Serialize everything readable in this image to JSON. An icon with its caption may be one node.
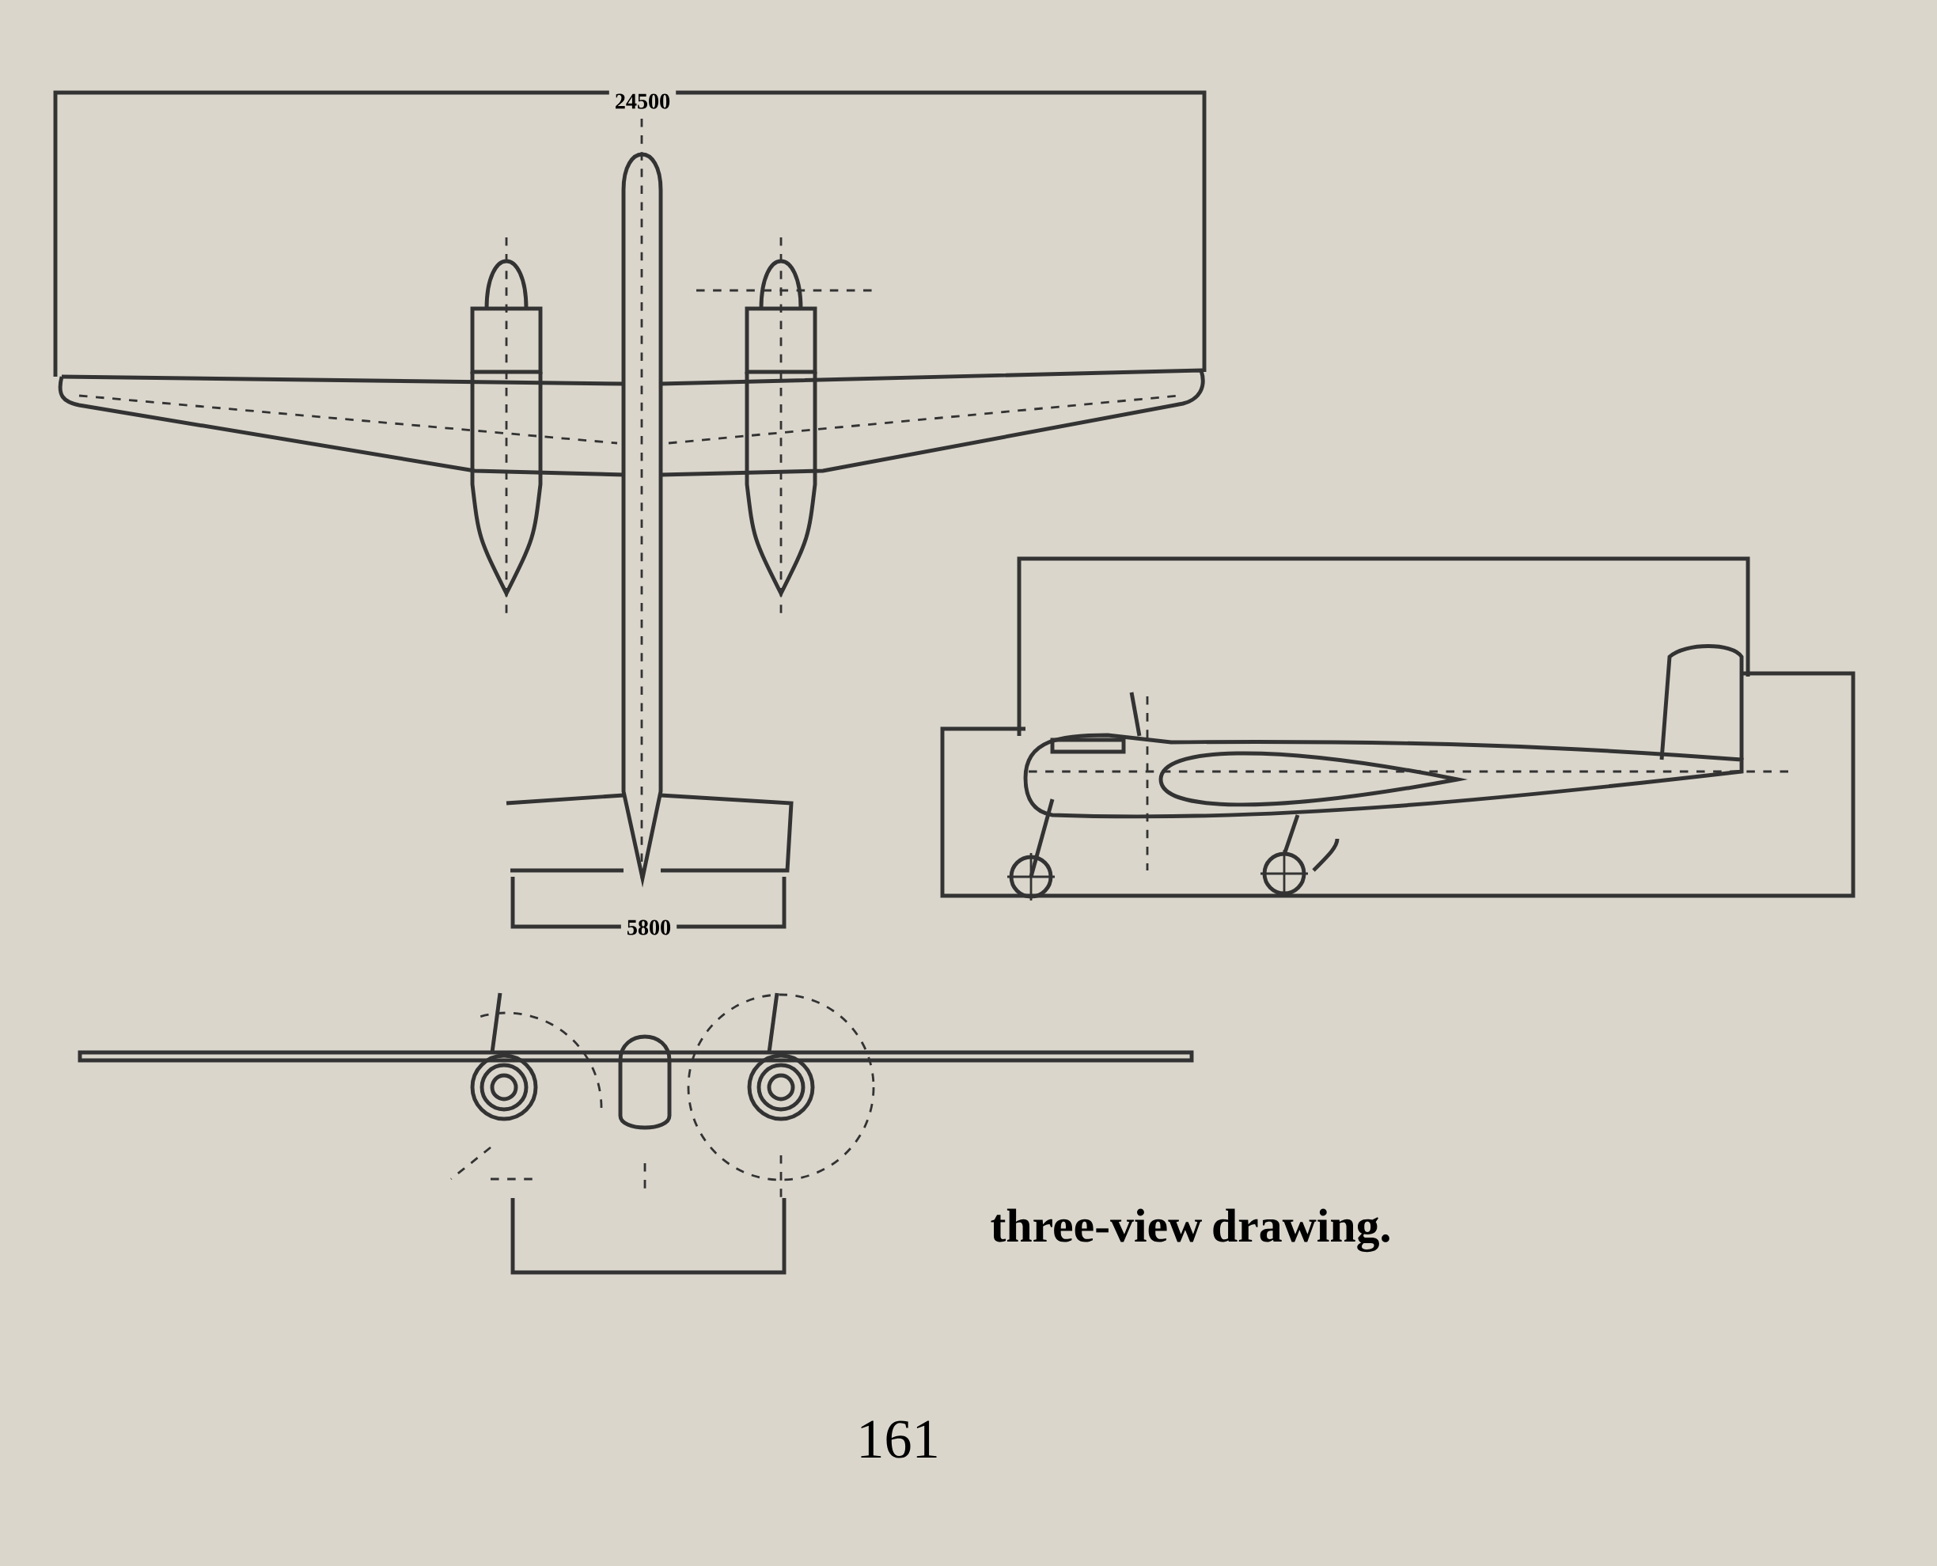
{
  "diagram": {
    "caption": "three-view drawing.",
    "labels": [
      "24500",
      "5800",
      "161"
    ]
  }
}
